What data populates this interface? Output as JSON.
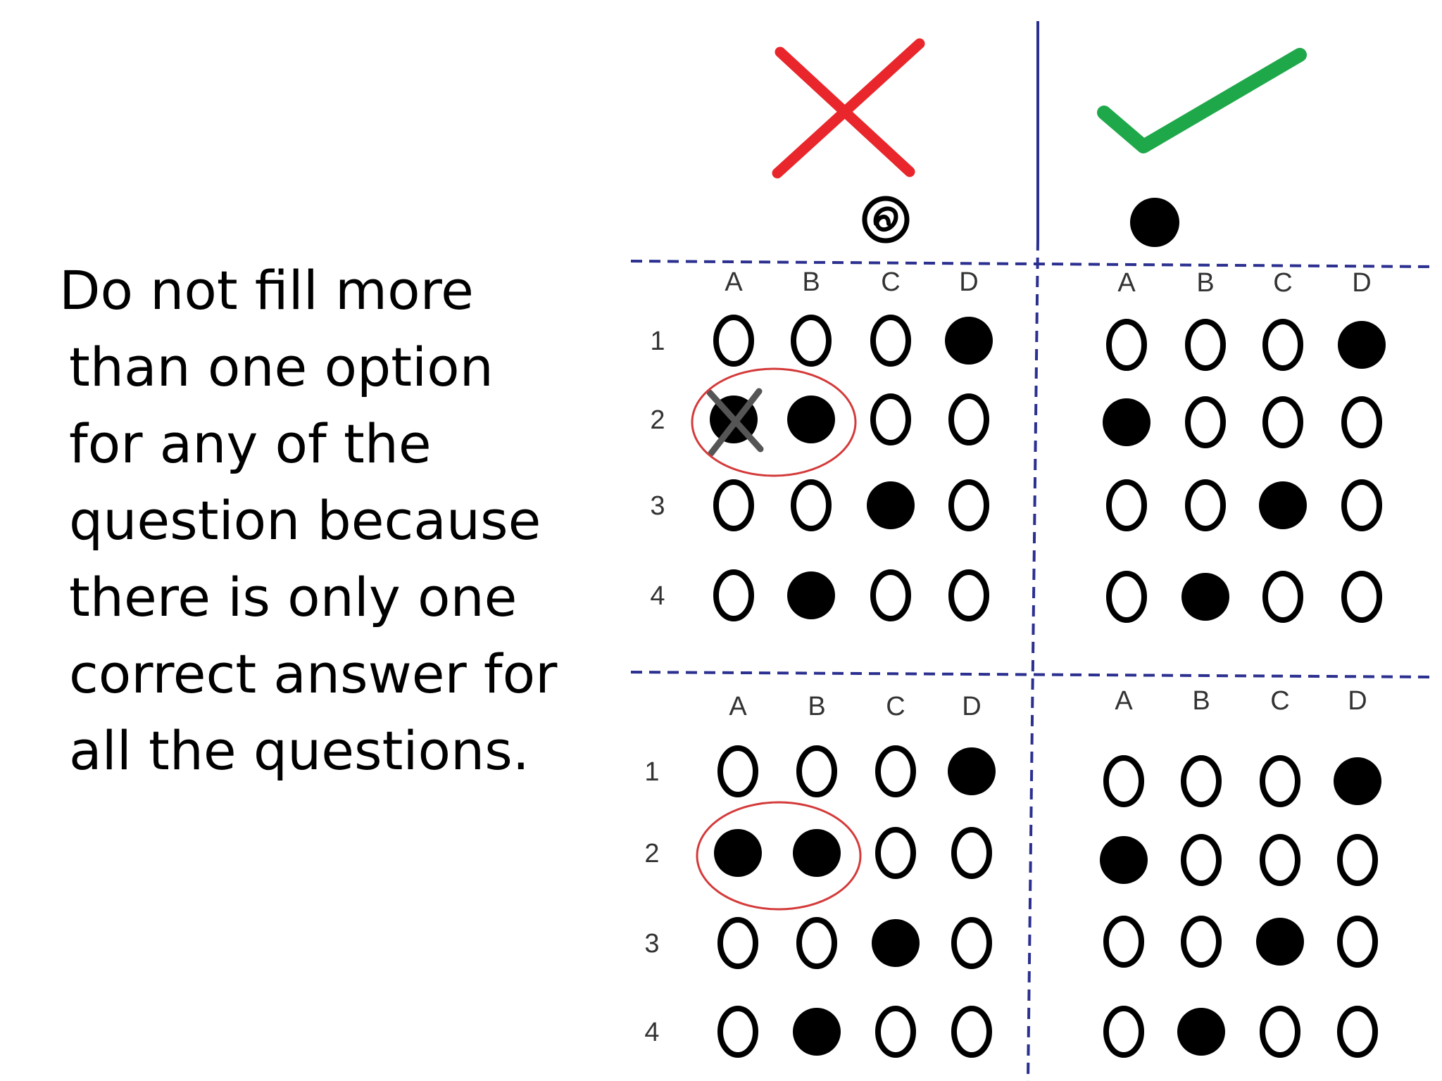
{
  "instruction_lines": [
    "Do not fill more",
    "than one option",
    "for any of the",
    "question because",
    "there is only one",
    "correct answer for",
    "all the questions."
  ],
  "columns": {
    "wrong": {
      "marker": "cross-mark",
      "marker_color": "#e8262b",
      "sample_bubble": "scribbled-bubble"
    },
    "correct": {
      "marker": "check-mark",
      "marker_color": "#1fa84a",
      "sample_bubble": "filled-bubble"
    }
  },
  "panels": [
    {
      "id": "top-wrong",
      "options": [
        "A",
        "B",
        "C",
        "D"
      ],
      "rows": [
        {
          "number": "1",
          "filled": [
            "D"
          ],
          "crossed": []
        },
        {
          "number": "2",
          "filled": [
            "A",
            "B"
          ],
          "crossed": [
            "A"
          ],
          "circled": true
        },
        {
          "number": "3",
          "filled": [
            "C"
          ],
          "crossed": []
        },
        {
          "number": "4",
          "filled": [
            "B"
          ],
          "crossed": []
        }
      ]
    },
    {
      "id": "top-correct",
      "options": [
        "A",
        "B",
        "C",
        "D"
      ],
      "rows": [
        {
          "number": "1",
          "filled": [
            "D"
          ]
        },
        {
          "number": "2",
          "filled": [
            "A"
          ]
        },
        {
          "number": "3",
          "filled": [
            "C"
          ]
        },
        {
          "number": "4",
          "filled": [
            "B"
          ]
        }
      ]
    },
    {
      "id": "bottom-wrong",
      "options": [
        "A",
        "B",
        "C",
        "D"
      ],
      "rows": [
        {
          "number": "1",
          "filled": [
            "D"
          ],
          "crossed": []
        },
        {
          "number": "2",
          "filled": [
            "A",
            "B"
          ],
          "crossed": [],
          "circled": true
        },
        {
          "number": "3",
          "filled": [
            "C"
          ],
          "crossed": []
        },
        {
          "number": "4",
          "filled": [
            "B"
          ],
          "crossed": []
        }
      ]
    },
    {
      "id": "bottom-correct",
      "options": [
        "A",
        "B",
        "C",
        "D"
      ],
      "rows": [
        {
          "number": "1",
          "filled": [
            "D"
          ]
        },
        {
          "number": "2",
          "filled": [
            "A"
          ]
        },
        {
          "number": "3",
          "filled": [
            "C"
          ]
        },
        {
          "number": "4",
          "filled": [
            "B"
          ]
        }
      ]
    }
  ],
  "colors": {
    "divider": "#2b2f8f",
    "highlight_circle": "#d43a3a",
    "bubble": "#000000",
    "cross_over_bubble": "#555555"
  }
}
